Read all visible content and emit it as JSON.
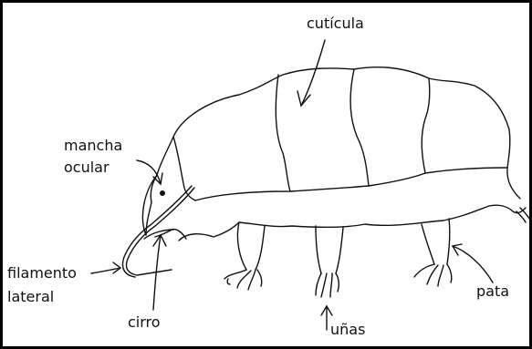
{
  "labels": {
    "cuticula": "cutícula",
    "mancha_line1": "mancha",
    "mancha_line2": "ocular",
    "filamento_line1": "filamento",
    "filamento_line2": "lateral",
    "cirro": "cirro",
    "unas": "uñas",
    "pata": "pata"
  },
  "colors": {
    "ink": "#111111",
    "border": "#000000",
    "background": "#ffffff"
  }
}
